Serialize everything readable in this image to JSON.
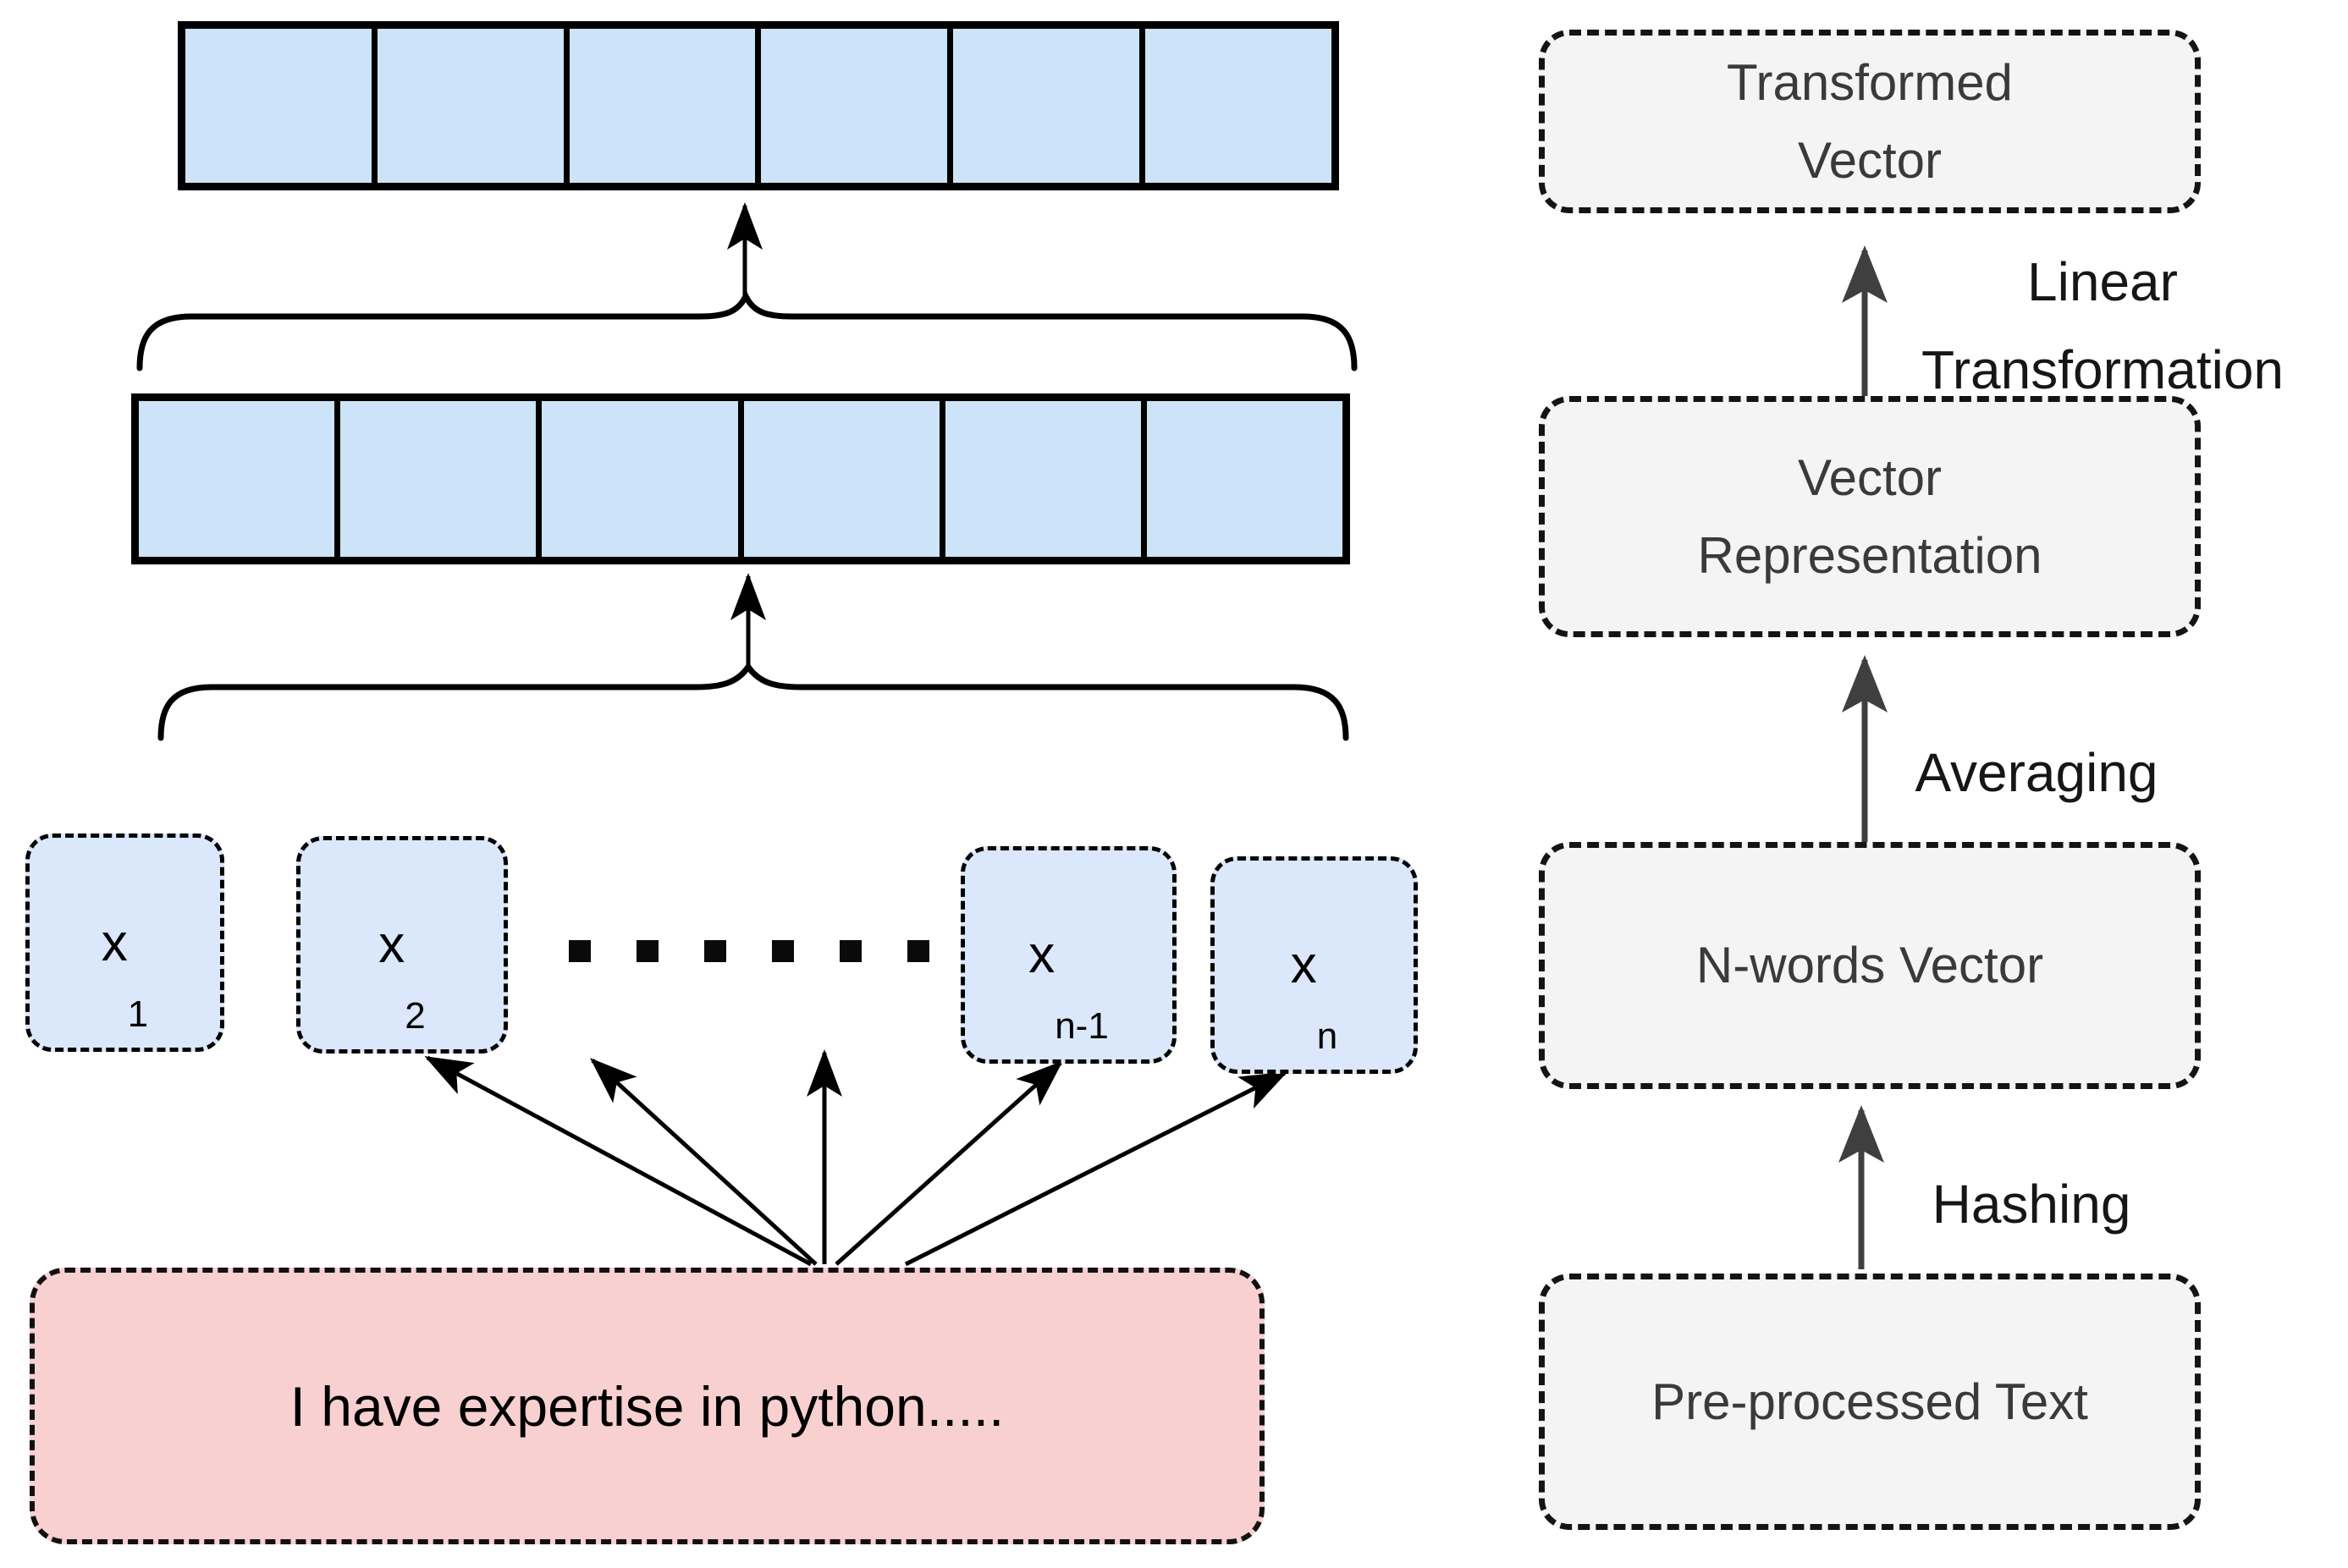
{
  "diagram": {
    "embedding_rows": {
      "top_row_cells": 6,
      "middle_row_cells": 6
    },
    "tokens": [
      {
        "base": "x",
        "sub": "1"
      },
      {
        "base": "x",
        "sub": "2"
      },
      {
        "base": "x",
        "sub": "n-1"
      },
      {
        "base": "x",
        "sub": "n"
      }
    ],
    "ellipsis_dots": 6,
    "input_sentence": "I have expertise in python.....",
    "pipeline": {
      "boxes": [
        {
          "lines": [
            "Transformed",
            "Vector"
          ]
        },
        {
          "lines": [
            "Vector",
            "Representation"
          ]
        },
        {
          "lines": [
            "N-words Vector"
          ]
        },
        {
          "lines": [
            "Pre-processed Text"
          ]
        }
      ],
      "arrow_labels": [
        {
          "lines": [
            "Linear",
            "Transformation"
          ]
        },
        {
          "lines": [
            "Averaging"
          ]
        },
        {
          "lines": [
            "Hashing"
          ]
        }
      ]
    },
    "colors": {
      "cell_fill": "#cce3f8",
      "token_fill": "#dbe8fb",
      "sentence_fill": "#f9d0d0",
      "process_fill": "#f4f4f4",
      "line_black": "#000000",
      "arrow_gray": "#3f3f3f",
      "process_text": "#3a3a3a"
    }
  }
}
